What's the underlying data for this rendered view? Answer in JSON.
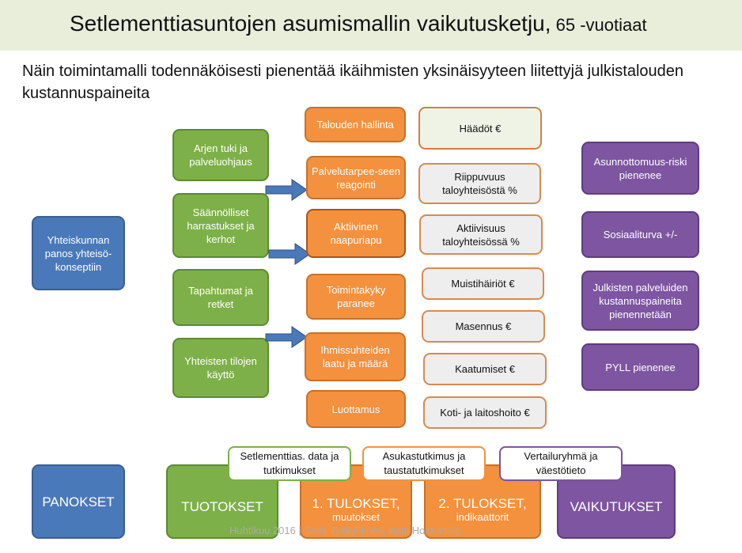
{
  "title": {
    "main": "Setlementtiasuntojen asumismallin vaikutusketju,",
    "suffix": " 65 -vuotiaat"
  },
  "subtitle": "Näin toimintamalli todennäköisesti pienentää ikäihmisten yksinäisyyteen liitettyjä julkistalouden kustannuspaineita",
  "input_box": "Yhteiskunnan panos yhteisö-konseptiin",
  "outputs": [
    "Arjen tuki ja palveluohjaus",
    "Säännölliset harrastukset ja kerhot",
    "Tapahtumat ja retket",
    "Yhteisten tilojen käyttö"
  ],
  "results1": [
    "Talouden hallinta",
    "Palvelutarpee-seen reagointi",
    "Aktiivinen naapuriapu",
    "Toimintakyky paranee",
    "Ihmissuhteiden laatu ja määrä",
    "Luottamus"
  ],
  "results2": [
    "Häädöt €",
    "Riippuvuus taloyhteisöstä %",
    "Aktiivisuus taloyhteisössä %",
    "Muistihäiriöt €",
    "Masennus €",
    "Kaatumiset €",
    "Koti- ja laitoshoito €"
  ],
  "impacts": [
    "Asunnottomuus-riski pienenee",
    "Sosiaaliturva +/-",
    "Julkisten palveluiden kustannuspaineita pienennetään",
    "PYLL pienenee"
  ],
  "legend": {
    "panokset": "PANOKSET",
    "tuotokset": "TUOTOKSET",
    "tulokset1": "1. TULOKSET,",
    "tulokset1_sub": "muutokset",
    "tulokset2": "2. TULOKSET,",
    "tulokset2_sub": "indikaattorit",
    "vaikutukset": "VAIKUTUKSET"
  },
  "sources": [
    "Setlementtias. data ja tutkimukset",
    "Asukastutkimus ja taustatutkimukset",
    "Vertailuryhmä ja väestötieto"
  ],
  "footer": "Huhtikuu 2016 | Saila Tykkyläinen, Antti Honkasalo",
  "colors": {
    "blue": "#4a79b9",
    "green": "#7db048",
    "orange": "#f4913e",
    "purple": "#7d55a0",
    "arrow": "#4a79b9"
  }
}
